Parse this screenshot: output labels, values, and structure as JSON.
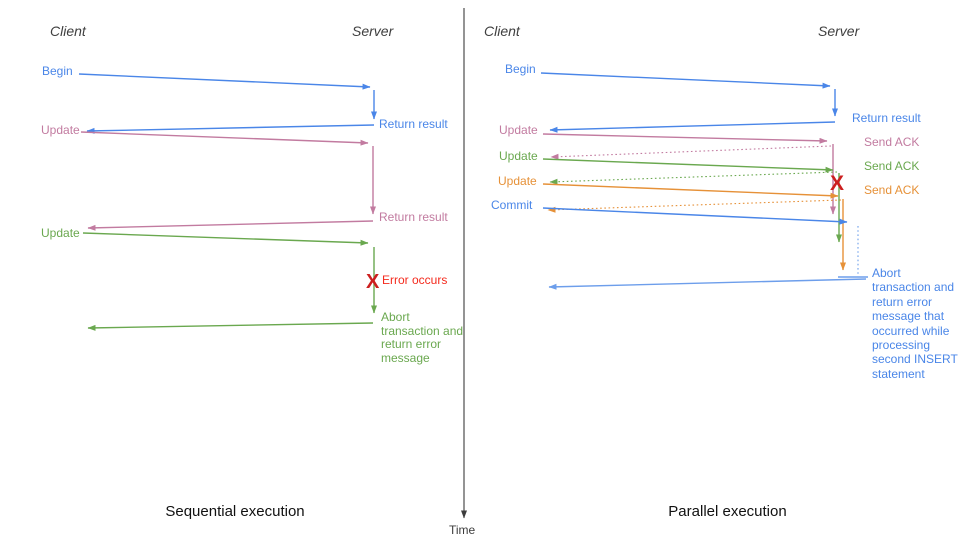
{
  "colors": {
    "blue": "#4a86e8",
    "blue_light": "#6d9eeb",
    "pink": "#c27ba0",
    "green": "#6aa84f",
    "orange": "#e69138",
    "red": "#cc1f1f",
    "red_bright": "#f42a1d",
    "axis": "#3c3c3c",
    "header": "#3f3f3f",
    "caption": "#111111"
  },
  "time_axis": {
    "label": "Time"
  },
  "left_panel": {
    "title": "Sequential execution",
    "client_header": "Client",
    "server_header": "Server",
    "begin_label": "Begin",
    "begin_return_label": "Return result",
    "update1_label": "Update",
    "update1_return_label": "Return result",
    "update2_label": "Update",
    "error_icon": "X",
    "error_label": "Error occurs",
    "abort_label": "Abort transaction and return error message"
  },
  "right_panel": {
    "title": "Parallel execution",
    "client_header": "Client",
    "server_header": "Server",
    "begin_label": "Begin",
    "begin_return_label": "Return result",
    "update1_label": "Update",
    "update1_ack_label": "Send ACK",
    "update2_label": "Update",
    "update2_ack_label": "Send ACK",
    "update3_label": "Update",
    "update3_ack_label": "Send ACK",
    "commit_label": "Commit",
    "error_icon": "X",
    "abort_label": "Abort transaction and return error message that occurred while processing second INSERT statement"
  }
}
